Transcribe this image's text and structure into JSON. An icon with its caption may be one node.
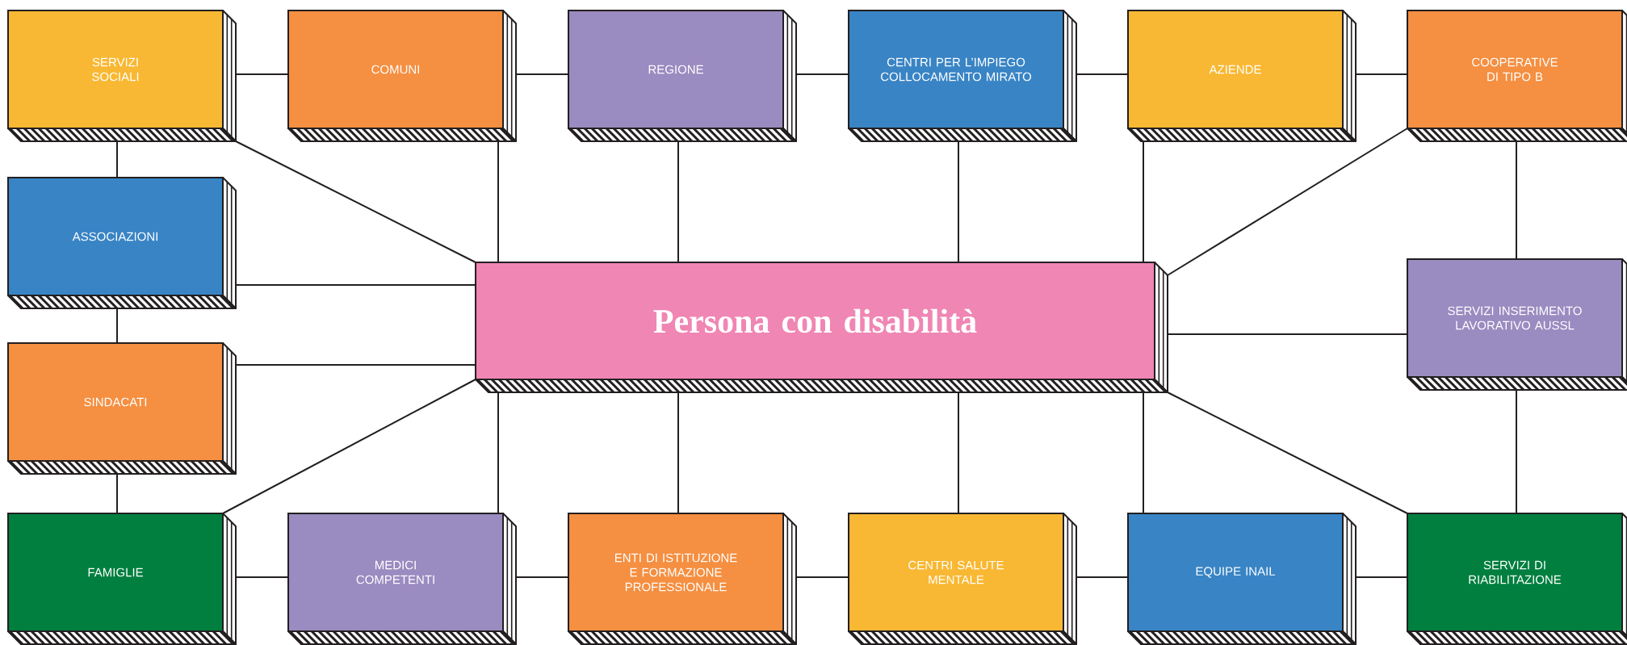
{
  "diagram": {
    "nodes": [
      {
        "text": [
          "SERVIZI SOCIALI"
        ]
      },
      {
        "text": [
          "COMUNI"
        ]
      },
      {
        "text": [
          "REGIONE"
        ]
      },
      {
        "text": [
          "CENTRI PER L’IMPIEGO COLLOCAMENTO MIRATO"
        ]
      },
      {
        "text": [
          "AZIENDE"
        ]
      },
      {
        "text": [
          "COOPERATIVE DI TIPO B"
        ]
      },
      {
        "text": [
          "ASSOCIAZIONI"
        ]
      },
      {
        "text": [
          "Persona con disabilità"
        ]
      },
      {
        "text": [
          "SERVIZI INSERIMENTO LAVORATIVO AUSSL"
        ]
      },
      {
        "text": [
          "SINDACATI"
        ]
      },
      {
        "text": [
          "FAMIGLIE"
        ]
      },
      {
        "text": [
          "MEDICI COMPETENTI"
        ]
      },
      {
        "text": [
          "ENTI DI ISTITUZIONE E FORMAZIONE PROFESSIONALE"
        ]
      },
      {
        "text": [
          "CENTRI SALUTE MENTALE"
        ]
      },
      {
        "text": [
          "EQUIPE INAIL"
        ]
      },
      {
        "text": [
          "SERVIZI DI RIABILITAZIONE"
        ]
      }
    ],
    "edges": [
      {
        "from": 0,
        "to": 1,
        "arrow": "none"
      },
      {
        "from": 1,
        "to": 2,
        "arrow": "none"
      },
      {
        "from": 2,
        "to": 3,
        "arrow": "none"
      },
      {
        "from": 3,
        "to": 4,
        "arrow": "none"
      },
      {
        "from": 4,
        "to": 5,
        "arrow": "none"
      },
      {
        "from": 0,
        "to": 6,
        "arrow": "none"
      },
      {
        "from": 6,
        "to": 9,
        "arrow": "none"
      },
      {
        "from": 9,
        "to": 10,
        "arrow": "none"
      },
      {
        "from": 10,
        "to": 11,
        "arrow": "none"
      },
      {
        "from": 11,
        "to": 12,
        "arrow": "none"
      },
      {
        "from": 12,
        "to": 13,
        "arrow": "none"
      },
      {
        "from": 13,
        "to": 14,
        "arrow": "none"
      },
      {
        "from": 14,
        "to": 15,
        "arrow": "none"
      },
      {
        "from": 5,
        "to": 8,
        "arrow": "none"
      },
      {
        "from": 8,
        "to": 15,
        "arrow": "none"
      },
      {
        "from": 7,
        "to": 0,
        "arrow": "none"
      },
      {
        "from": 7,
        "to": 1,
        "arrow": "none"
      },
      {
        "from": 7,
        "to": 2,
        "arrow": "none"
      },
      {
        "from": 7,
        "to": 3,
        "arrow": "none"
      },
      {
        "from": 7,
        "to": 4,
        "arrow": "none"
      },
      {
        "from": 7,
        "to": 5,
        "arrow": "none"
      },
      {
        "from": 7,
        "to": 6,
        "arrow": "none"
      },
      {
        "from": 7,
        "to": 8,
        "arrow": "none"
      },
      {
        "from": 7,
        "to": 9,
        "arrow": "none"
      },
      {
        "from": 7,
        "to": 10,
        "arrow": "none"
      },
      {
        "from": 7,
        "to": 11,
        "arrow": "none"
      },
      {
        "from": 7,
        "to": 12,
        "arrow": "none"
      },
      {
        "from": 7,
        "to": 13,
        "arrow": "none"
      },
      {
        "from": 7,
        "to": 14,
        "arrow": "none"
      },
      {
        "from": 7,
        "to": 15,
        "arrow": "none"
      }
    ]
  }
}
